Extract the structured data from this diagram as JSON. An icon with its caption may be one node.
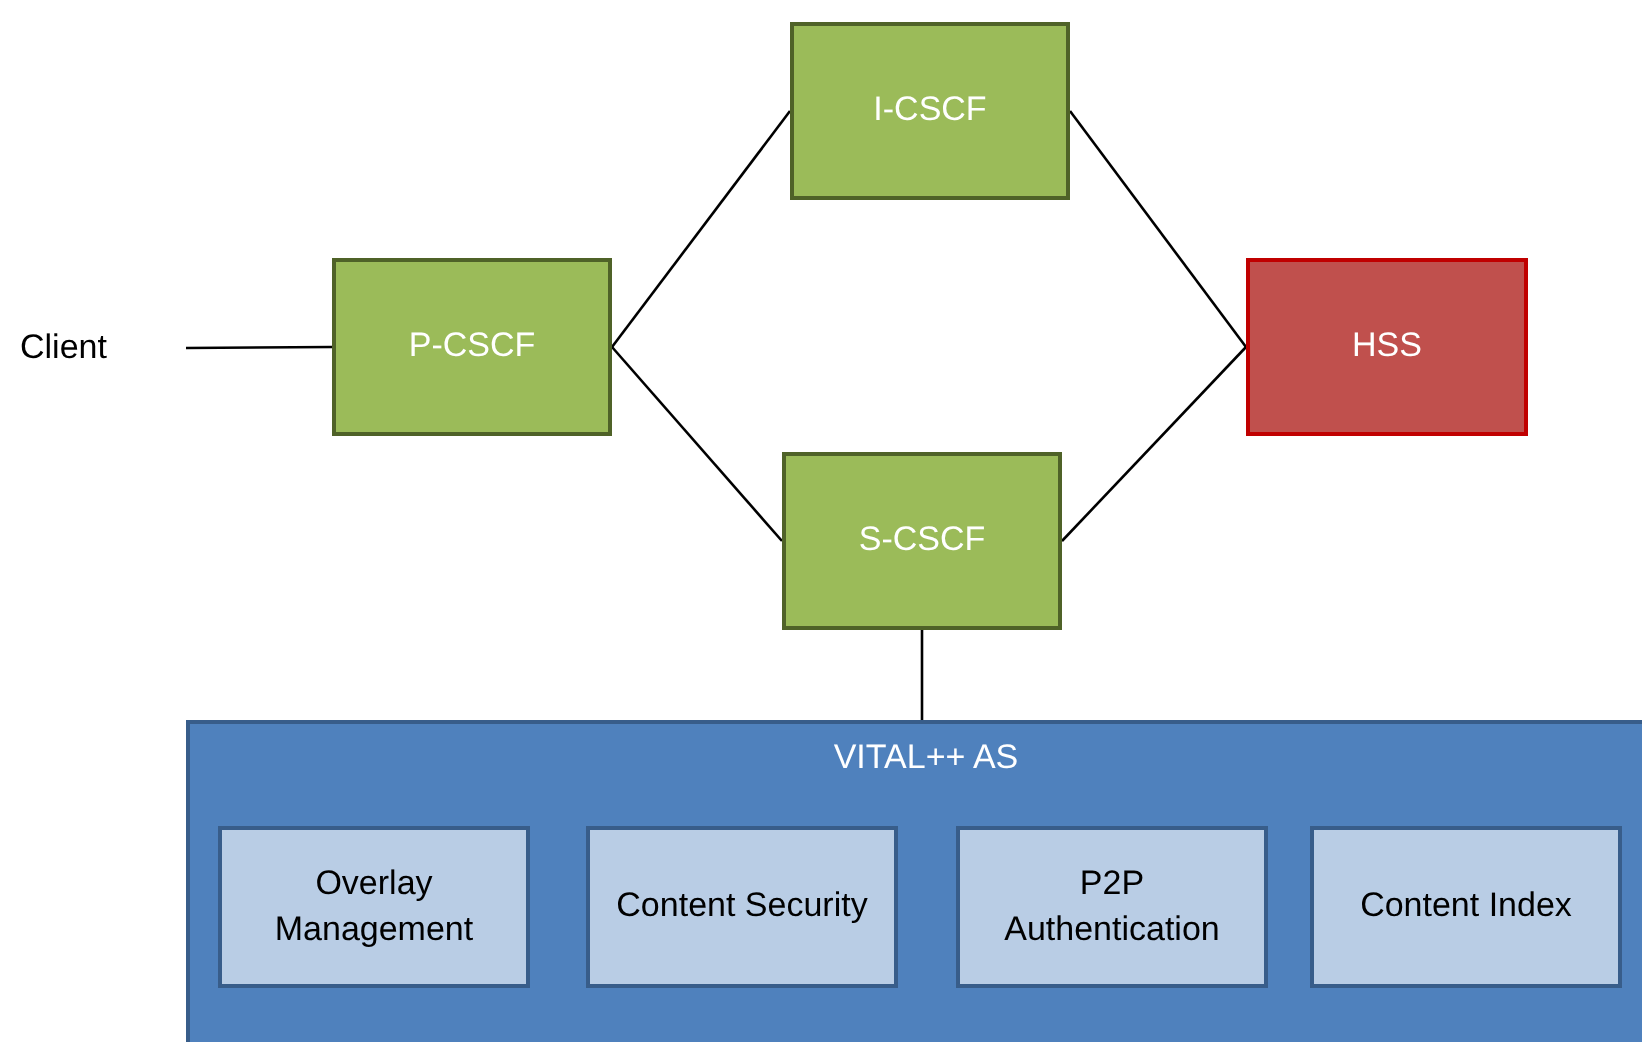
{
  "diagram": {
    "nodes": [
      {
        "text": [
          "Client"
        ]
      },
      {
        "text": [
          "I-CSCF"
        ]
      },
      {
        "text": [
          "P-CSCF"
        ]
      },
      {
        "text": [
          "HSS"
        ]
      },
      {
        "text": [
          "S-CSCF"
        ]
      },
      {
        "text": [
          "VITAL++ AS"
        ]
      },
      {
        "text": [
          "Overlay Management"
        ],
        "in": 5
      },
      {
        "text": [
          "Content Security"
        ],
        "in": 5
      },
      {
        "text": [
          "P2P Authentication"
        ],
        "in": 5
      },
      {
        "text": [
          "Content Index"
        ],
        "in": 5
      }
    ],
    "edges": [
      {
        "from": 0,
        "to": 2,
        "arrow": "none"
      },
      {
        "from": 2,
        "to": 1,
        "arrow": "none"
      },
      {
        "from": 2,
        "to": 4,
        "arrow": "none"
      },
      {
        "from": 1,
        "to": 3,
        "arrow": "none"
      },
      {
        "from": 4,
        "to": 3,
        "arrow": "none"
      },
      {
        "from": 4,
        "to": 5,
        "arrow": "none"
      }
    ]
  }
}
